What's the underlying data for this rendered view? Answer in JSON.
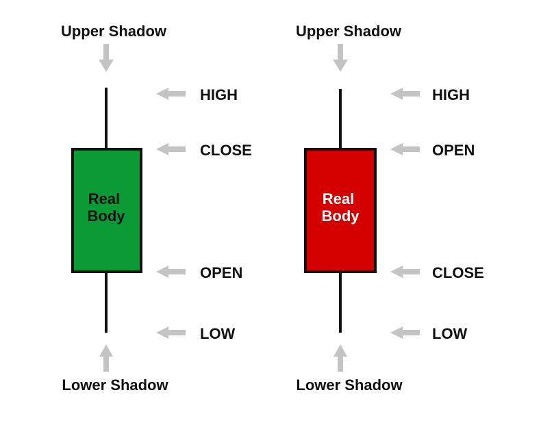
{
  "colors": {
    "bullish_body": "#0a9a35",
    "bearish_body": "#d40000",
    "bullish_body_text": "#111111",
    "bearish_body_text": "#ffffff",
    "outline": "#111111",
    "arrow": "#c4c4c4",
    "text": "#111111"
  },
  "icons": {
    "caption_arrow": "arrow-vertical-icon",
    "level_arrow": "arrow-left-icon"
  },
  "candles": [
    {
      "kind": "bullish",
      "upper_caption": "Upper Shadow",
      "lower_caption": "Lower Shadow",
      "body_line1": "Real",
      "body_line2": "Body",
      "labels": {
        "top": "HIGH",
        "body_top": "CLOSE",
        "body_bottom": "OPEN",
        "bottom": "LOW"
      }
    },
    {
      "kind": "bearish",
      "upper_caption": "Upper Shadow",
      "lower_caption": "Lower Shadow",
      "body_line1": "Real",
      "body_line2": "Body",
      "labels": {
        "top": "HIGH",
        "body_top": "OPEN",
        "body_bottom": "CLOSE",
        "bottom": "LOW"
      }
    }
  ]
}
